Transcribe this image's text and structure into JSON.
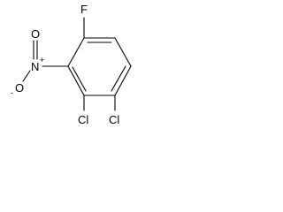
{
  "molecule": {
    "atoms": {
      "fluorine": "F",
      "nitro_nitrogen": "N",
      "nitro_nitrogen_charge": "+",
      "nitro_oxygen_top": "O",
      "nitro_oxygen_left": "O",
      "nitro_oxygen_left_charge": "-",
      "chlorine_1": "Cl",
      "chlorine_2": "Cl"
    }
  }
}
